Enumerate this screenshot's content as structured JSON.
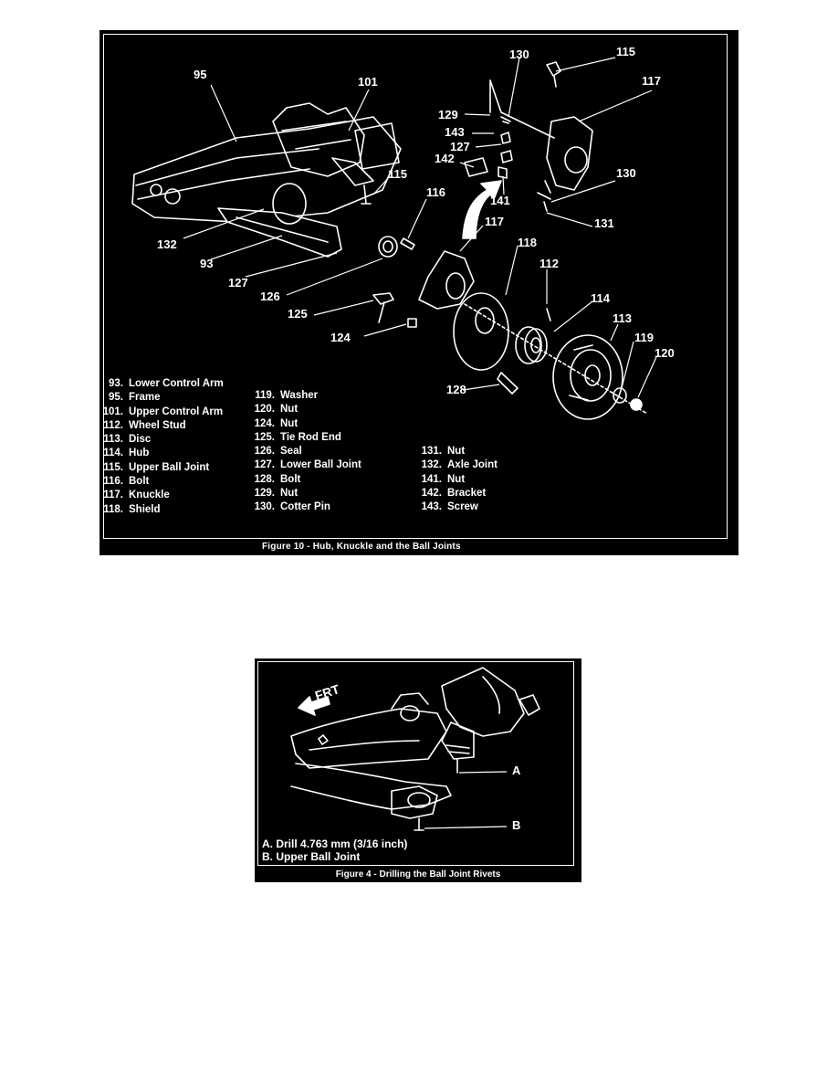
{
  "figure10": {
    "caption": "Figure 10 - Hub, Knuckle and the Ball Joints",
    "callouts": [
      "95",
      "101",
      "130",
      "115",
      "117",
      "129",
      "143",
      "127",
      "142",
      "141",
      "130",
      "131",
      "115",
      "116",
      "117",
      "118",
      "112",
      "114",
      "113",
      "119",
      "120",
      "132",
      "93",
      "127",
      "126",
      "125",
      "124",
      "128"
    ],
    "legend_left": [
      {
        "num": "93.",
        "label": "Lower Control Arm"
      },
      {
        "num": "95.",
        "label": "Frame"
      },
      {
        "num": "101.",
        "label": "Upper Control Arm"
      },
      {
        "num": "112.",
        "label": "Wheel Stud"
      },
      {
        "num": "113.",
        "label": "Disc"
      },
      {
        "num": "114.",
        "label": "Hub"
      },
      {
        "num": "115.",
        "label": "Upper Ball Joint"
      },
      {
        "num": "116.",
        "label": "Bolt"
      },
      {
        "num": "117.",
        "label": "Knuckle"
      },
      {
        "num": "118.",
        "label": "Shield"
      }
    ],
    "legend_middle": [
      {
        "num": "119.",
        "label": "Washer"
      },
      {
        "num": "120.",
        "label": "Nut"
      },
      {
        "num": "124.",
        "label": "Nut"
      },
      {
        "num": "125.",
        "label": "Tie Rod End"
      },
      {
        "num": "126.",
        "label": "Seal"
      },
      {
        "num": "127.",
        "label": "Lower Ball Joint"
      },
      {
        "num": "128.",
        "label": "Bolt"
      },
      {
        "num": "129.",
        "label": "Nut"
      },
      {
        "num": "130.",
        "label": "Cotter Pin"
      }
    ],
    "legend_right": [
      {
        "num": "131.",
        "label": "Nut"
      },
      {
        "num": "132.",
        "label": "Axle Joint"
      },
      {
        "num": "141.",
        "label": "Nut"
      },
      {
        "num": "142.",
        "label": "Bracket"
      },
      {
        "num": "143.",
        "label": "Screw"
      }
    ]
  },
  "figure4": {
    "caption": "Figure 4 - Drilling the Ball Joint Rivets",
    "direction_label": "FRT",
    "callout_a": "A",
    "callout_b": "B",
    "legend": [
      {
        "letter": "A.",
        "label": "Drill 4.763 mm (3/16 inch)"
      },
      {
        "letter": "B.",
        "label": "Upper Ball Joint"
      }
    ]
  }
}
